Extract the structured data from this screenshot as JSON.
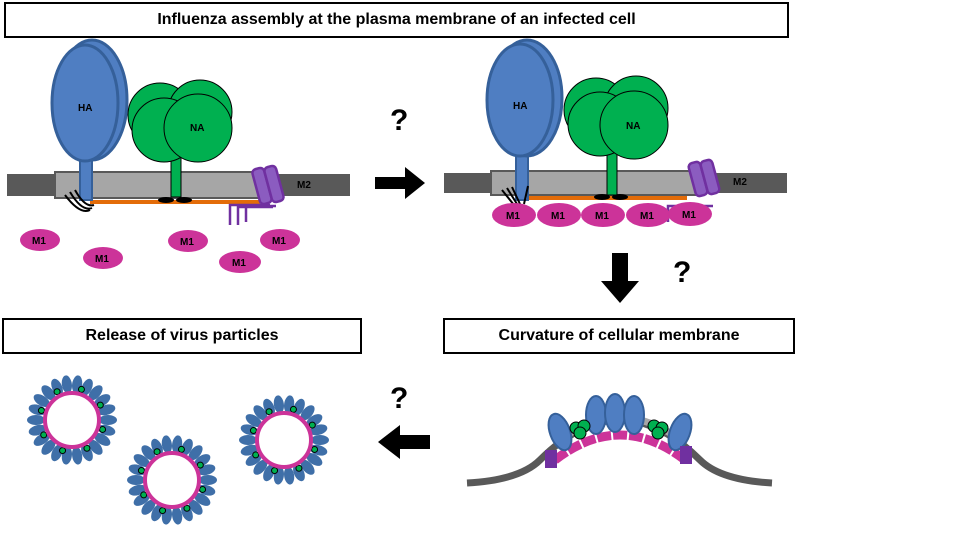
{
  "panels": {
    "assembly": {
      "title": "Influenza assembly at the plasma membrane of an infected cell"
    },
    "curvature": {
      "title": "Curvature of cellular membrane"
    },
    "release": {
      "title": "Release of virus particles"
    }
  },
  "labels": {
    "ha": "HA",
    "na": "NA",
    "m2": "M2",
    "m1": "M1"
  },
  "question_mark": "?",
  "colors": {
    "ha": "#4f7ec2",
    "ha_stroke": "#35609a",
    "na": "#00b050",
    "m1": "#cc3399",
    "m2": "#7030a0",
    "membrane_outer": "#595959",
    "membrane_inner": "#a6a6a6",
    "matrix_line": "#e36c09"
  }
}
